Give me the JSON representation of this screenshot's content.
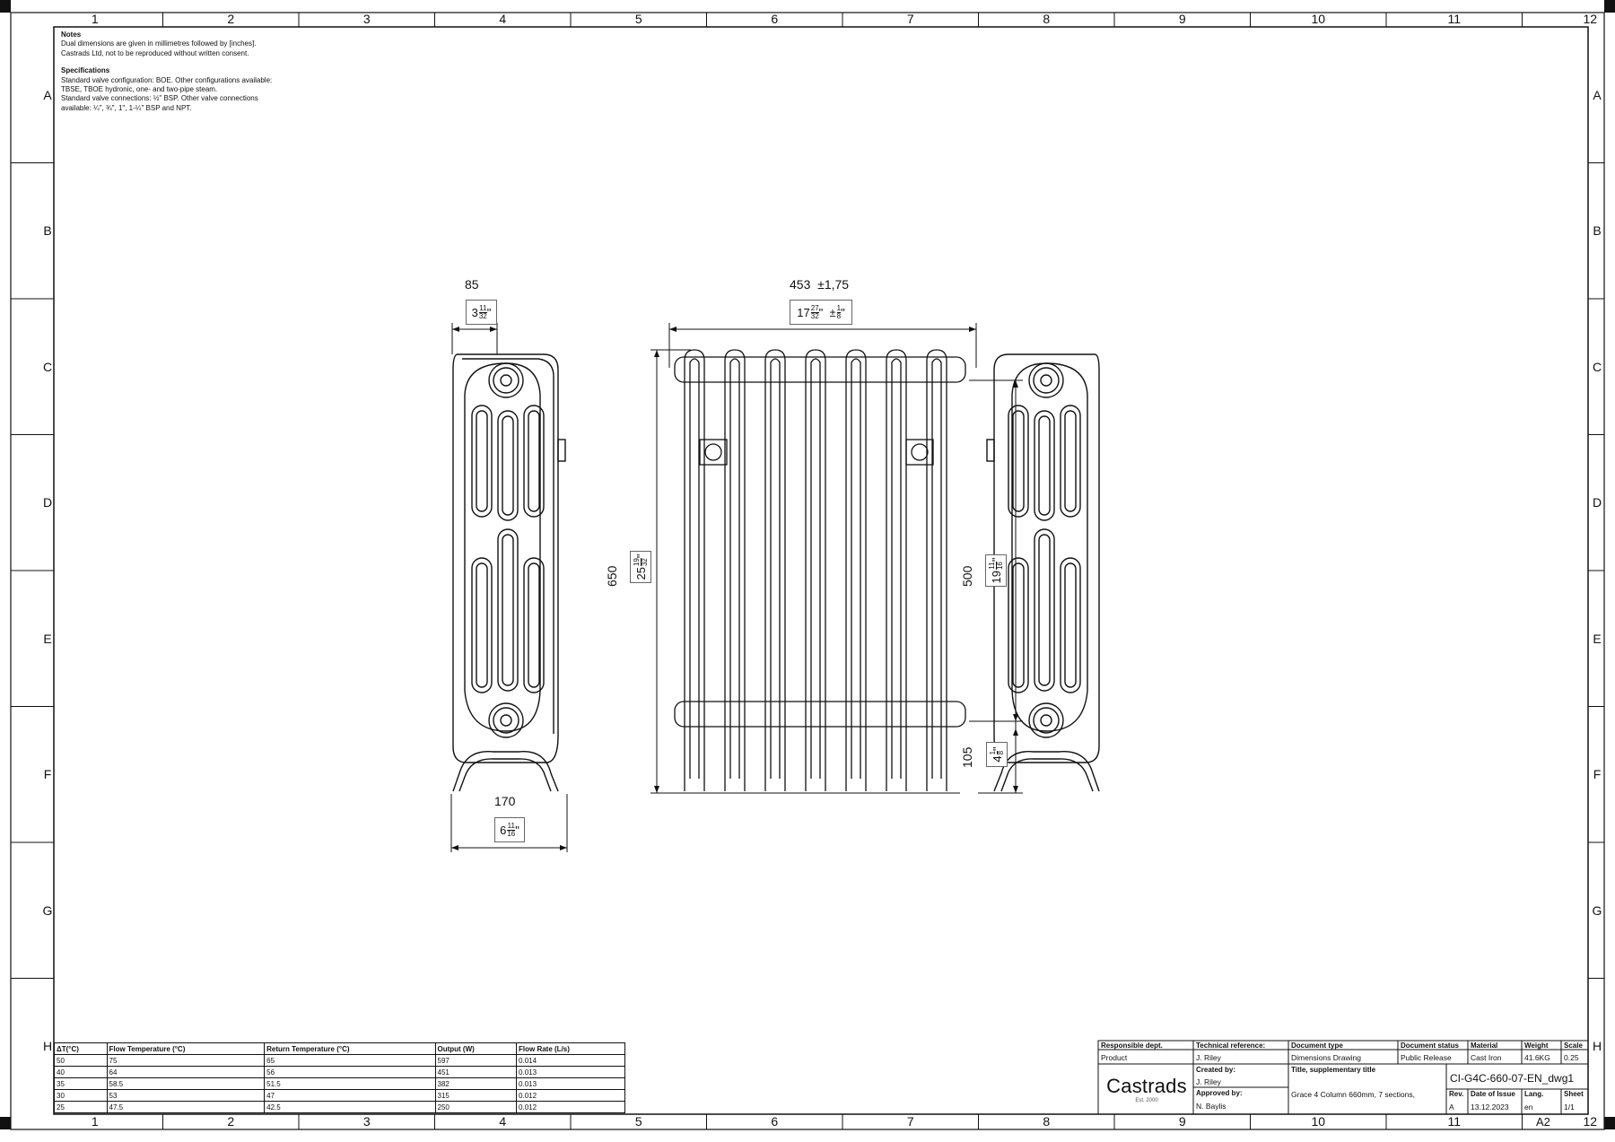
{
  "zones": {
    "columns": [
      "1",
      "2",
      "3",
      "4",
      "5",
      "6",
      "7",
      "8",
      "9",
      "10",
      "11",
      "12"
    ],
    "rows": [
      "A",
      "B",
      "C",
      "D",
      "E",
      "F",
      "G",
      "H"
    ]
  },
  "notes": {
    "title": "Notes",
    "lines": [
      "Dual dimensions are given in millimetres followed by [inches].",
      "Castrads Ltd, not to be reproduced without written consent."
    ],
    "spec_title": "Specifications",
    "spec_lines": [
      "Standard valve configuration: BOE. Other configurations available:",
      "TBSE, TBOE hydronic, one- and two-pipe steam.",
      "Standard valve connections: ½\" BSP. Other valve connections",
      "available: ¼\", ¾\", 1\", 1-¼\" BSP and NPT."
    ]
  },
  "dimensions": {
    "depth_top_mm": "85",
    "depth_top_in_whole": "3",
    "depth_top_in_num": "11",
    "depth_top_in_den": "32",
    "length_mm": "453",
    "length_tol_mm": "±1,75",
    "length_in_whole": "17",
    "length_in_num": "27",
    "length_in_den": "32",
    "length_tol_in_num": "1",
    "length_tol_in_den": "8",
    "foot_mm": "170",
    "foot_in_whole": "6",
    "foot_in_num": "11",
    "foot_in_den": "16",
    "height_mm": "650",
    "height_in_whole": "25",
    "height_in_num": "19",
    "height_in_den": "32",
    "centres_mm": "500",
    "centres_in_whole": "19",
    "centres_in_num": "11",
    "centres_in_den": "16",
    "floor_mm": "105",
    "floor_in_whole": "4",
    "floor_in_num": "1",
    "floor_in_den": "8"
  },
  "performance_table": {
    "headers": [
      "ΔT(°C)",
      "Flow Temperature (°C)",
      "Return Temperature (°C)",
      "Output (W)",
      "Flow Rate (L/s)"
    ],
    "rows": [
      [
        "50",
        "75",
        "65",
        "597",
        "0.014"
      ],
      [
        "40",
        "64",
        "56",
        "451",
        "0.013"
      ],
      [
        "35",
        "58.5",
        "51.5",
        "382",
        "0.013"
      ],
      [
        "30",
        "53",
        "47",
        "315",
        "0.012"
      ],
      [
        "25",
        "47.5",
        "42.5",
        "250",
        "0.012"
      ]
    ]
  },
  "title_block": {
    "responsible_dept_label": "Responsible dept.",
    "responsible_dept": "Product",
    "technical_ref_label": "Technical reference:",
    "technical_ref": "J. Riley",
    "doc_type_label": "Document type",
    "doc_type": "Dimensions Drawing",
    "doc_status_label": "Document status",
    "doc_status": "Public Release",
    "material_label": "Material",
    "material": "Cast Iron",
    "weight_label": "Weight",
    "weight": "41.6KG",
    "scale_label": "Scale",
    "scale": "0.25",
    "created_label": "Created by:",
    "created": "J. Riley",
    "approved_label": "Approved by:",
    "approved": "N. Baylis",
    "title_label": "Title, supplementary title",
    "title": "Grace 4 Column 660mm, 7 sections,",
    "drawing_number": "CI-G4C-660-07-EN_dwg1",
    "rev_label": "Rev.",
    "rev": "A",
    "date_label": "Date of Issue",
    "date": "13.12.2023",
    "lang_label": "Lang.",
    "lang": "en",
    "sheet_label": "Sheet",
    "sheet": "1/1",
    "logo_name": "Castrads",
    "logo_est": "Est. 2000",
    "paper_size": "A2"
  }
}
